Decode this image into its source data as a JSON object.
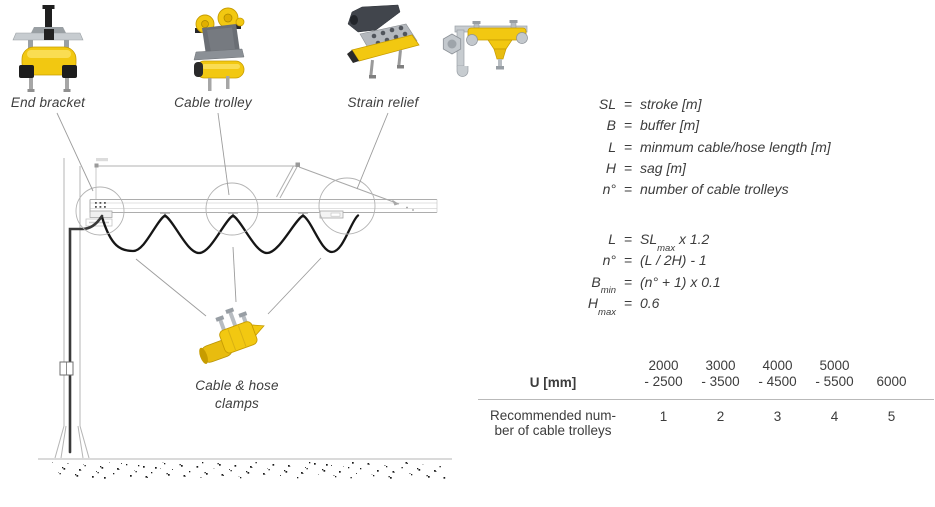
{
  "products": [
    {
      "label": "End bracket"
    },
    {
      "label": "Cable trolley"
    },
    {
      "label": "Strain relief"
    }
  ],
  "diagram": {
    "clamps_label_line1": "Cable & hose",
    "clamps_label_line2": "clamps"
  },
  "symbols": {
    "eq": "="
  },
  "definitions": [
    {
      "term": "SL",
      "desc": "stroke [m]"
    },
    {
      "term": "B",
      "desc": "buffer [m]"
    },
    {
      "term": "L",
      "desc": "minmum cable/hose length [m]"
    },
    {
      "term": "H",
      "desc": "sag [m]"
    },
    {
      "term": "n°",
      "desc": "number of cable trolleys"
    }
  ],
  "formulas": [
    {
      "lhs": "L",
      "lhs_sub": "",
      "rhs1": "SL",
      "rhs_sub": "max",
      "rhs2": " x 1.2"
    },
    {
      "lhs": "n°",
      "lhs_sub": "",
      "rhs1": "(L / 2H) - 1",
      "rhs_sub": "",
      "rhs2": ""
    },
    {
      "lhs": "B",
      "lhs_sub": "min",
      "rhs1": "(n° + 1) x 0.1",
      "rhs_sub": "",
      "rhs2": ""
    },
    {
      "lhs": "H",
      "lhs_sub": "max",
      "rhs1": "0.6",
      "rhs_sub": "",
      "rhs2": ""
    }
  ],
  "table": {
    "row_header": "U [mm]",
    "columns": [
      {
        "l1": "2000",
        "l2": "- 2500"
      },
      {
        "l1": "3000",
        "l2": "- 3500"
      },
      {
        "l1": "4000",
        "l2": "- 4500"
      },
      {
        "l1": "5000",
        "l2": "- 5500"
      },
      {
        "l1": "",
        "l2": "6000"
      }
    ],
    "row_label_l1": "Recommended num-",
    "row_label_l2": "ber of cable trolleys",
    "values": [
      "1",
      "2",
      "3",
      "4",
      "5"
    ]
  },
  "colors": {
    "yellow": "#f2c811",
    "yellow_dark": "#c79c00",
    "gray_metal": "#6a6e74",
    "silver": "#c7ccd0",
    "line": "#b5b5b5",
    "cable": "#161616",
    "text": "#3c3c3c"
  }
}
